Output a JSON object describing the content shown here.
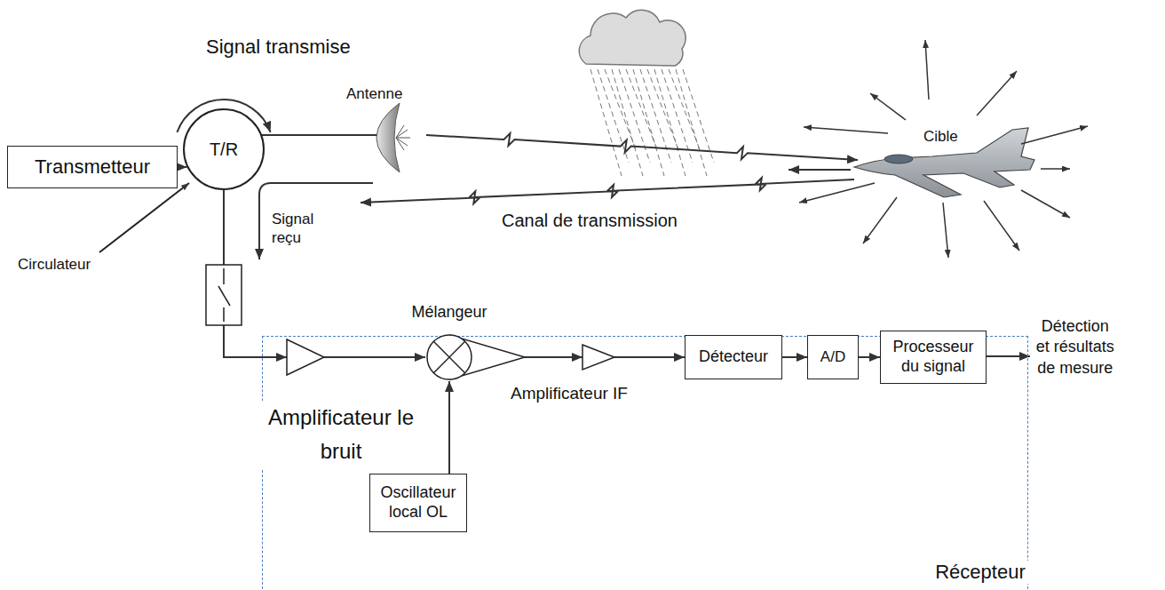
{
  "diagram": {
    "nodes": [
      {
        "text": [
          "Transmetteur"
        ]
      },
      {
        "text": [
          "T/R"
        ]
      },
      {
        "text": [
          "Récepteur"
        ]
      },
      {
        "text": [
          "Amplificateur le bruit"
        ],
        "in": 2
      },
      {
        "text": [
          "Mélangeur"
        ],
        "in": 2
      },
      {
        "text": [
          "Amplificateur IF"
        ],
        "in": 2
      },
      {
        "text": [
          "Détecteur"
        ],
        "in": 2
      },
      {
        "text": [
          "A/D"
        ],
        "in": 2
      },
      {
        "text": [
          "Processeur du signal"
        ],
        "in": 2
      },
      {
        "text": [
          "Oscillateur local OL"
        ],
        "in": 2
      }
    ],
    "edges": [
      {
        "from": 0,
        "to": 1,
        "arrow": "to"
      },
      {
        "from": 1,
        "to": 3,
        "arrow": "to"
      },
      {
        "from": 3,
        "to": 4,
        "arrow": "to"
      },
      {
        "from": 4,
        "to": 5,
        "arrow": "to"
      },
      {
        "from": 5,
        "to": 6,
        "arrow": "to"
      },
      {
        "from": 6,
        "to": 7,
        "arrow": "to"
      },
      {
        "from": 7,
        "to": 8,
        "arrow": "to"
      },
      {
        "from": 9,
        "to": 4,
        "arrow": "to"
      }
    ],
    "labels": [
      "Signal transmise",
      "Antenne",
      "Circulateur",
      "Signal reçu",
      "Canal de transmission",
      "Cible",
      "Détection et résultats de mesure"
    ]
  }
}
